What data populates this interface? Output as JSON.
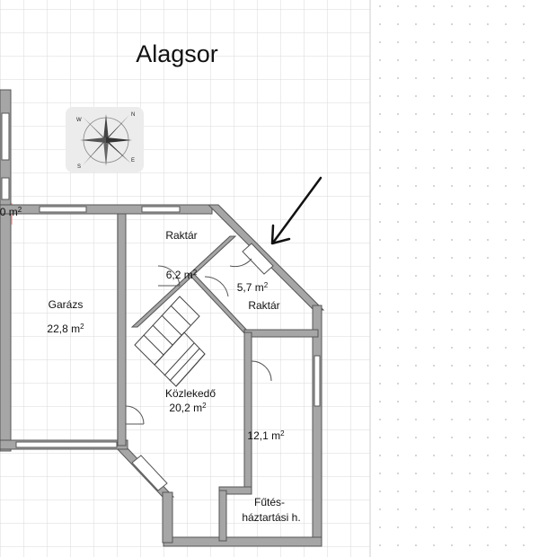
{
  "plan": {
    "title": "Alagsor",
    "colors": {
      "wall": "#a6a6a6",
      "wall_outline": "#555555",
      "grid": "#d9d9d9",
      "dots": "#c8c8c8",
      "highlight": "#f2a3a3",
      "compass_bg": "#ececec"
    },
    "edge_label": {
      "value": "0",
      "unit": "m",
      "sup": "2"
    },
    "rooms": [
      {
        "id": "garazs",
        "name": "Garázs",
        "area_value": "22,8",
        "unit": "m",
        "sup": "2"
      },
      {
        "id": "raktar1",
        "name": "Raktár",
        "area_value": "6,2",
        "unit": "m",
        "sup": "2"
      },
      {
        "id": "raktar2",
        "name": "Raktár",
        "area_value": "5,7",
        "unit": "m",
        "sup": "2"
      },
      {
        "id": "kozlekedo",
        "name": "Közlekedő",
        "area_value": "20,2",
        "unit": "m",
        "sup": "2"
      },
      {
        "id": "room121",
        "name": "",
        "area_value": "12,1",
        "unit": "m",
        "sup": "2"
      },
      {
        "id": "futes",
        "name_line1": "Fűtés-",
        "name_line2": "háztartási h."
      }
    ],
    "compass": {
      "letters": [
        "N",
        "E",
        "S",
        "W"
      ],
      "icon": "compass-rose-icon"
    },
    "arrow": {
      "icon": "arrow-pointer-icon"
    }
  }
}
